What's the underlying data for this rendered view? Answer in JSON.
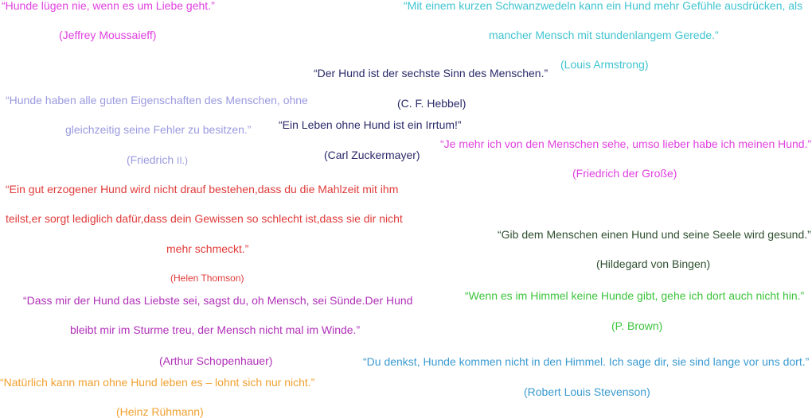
{
  "colors": {
    "pink": "#e040e0",
    "cyan": "#40c4d0",
    "navy": "#2a2a6a",
    "lavender": "#9a9ae0",
    "red": "#e03a3a",
    "dark_green": "#2f4f2f",
    "purple": "#b030b8",
    "light_green": "#3cc43c",
    "blue": "#3a9ad0",
    "orange": "#f0a030"
  },
  "quotes": {
    "q1": {
      "lines": [
        "“Hunde lügen nie, wenn es um Liebe geht.”"
      ],
      "author": "(Jeffrey Moussaieff)"
    },
    "q2": {
      "lines": [
        "“Mit einem kurzen Schwanzwedeln kann ein Hund mehr Gefühle ausdrücken, als",
        "mancher Mensch mit stundenlangem Gerede.”"
      ],
      "author": "(Louis Armstrong)"
    },
    "q3": {
      "lines": [
        "“Der Hund ist der sechste Sinn des Menschen.”"
      ],
      "author": "(C. F. Hebbel)"
    },
    "q4": {
      "lines": [
        "“Hunde haben alle guten Eigenschaften des Menschen, ohne",
        "gleichzeitig seine Fehler zu besitzen.”"
      ],
      "author_main": "(Friedrich ",
      "author_small": "II.)"
    },
    "q5": {
      "lines": [
        "“Ein Leben ohne Hund ist ein Irrtum!”"
      ],
      "author": "(Carl Zuckermayer)"
    },
    "q6": {
      "lines": [
        "“Je mehr ich von den Menschen sehe, umso lieber habe ich meinen Hund.”"
      ],
      "author": "(Friedrich der Große)"
    },
    "q7": {
      "lines": [
        "“Ein gut erzogener Hund wird nicht drauf bestehen,dass du die Mahlzeit mit ihm",
        "teilst,er sorgt lediglich dafür,dass dein Gewissen so schlecht ist,dass sie dir nicht",
        "mehr schmeckt.”"
      ],
      "author": "(Helen Thomson)"
    },
    "q8": {
      "lines": [
        "“Gib dem Menschen einen Hund und seine Seele wird gesund.”"
      ],
      "author": "(Hildegard von Bingen)"
    },
    "q9": {
      "lines": [
        "“Dass mir der Hund das Liebste sei, sagst du, oh Mensch, sei Sünde.Der Hund",
        "bleibt mir im Sturme treu, der Mensch nicht mal im Winde.”"
      ],
      "author": "(Arthur Schopenhauer)"
    },
    "q10": {
      "lines": [
        "“Wenn es im Himmel keine Hunde gibt, gehe ich dort auch nicht hin.”"
      ],
      "author": "(P. Brown)"
    },
    "q11": {
      "lines": [
        "“Du denkst, Hunde kommen nicht in den Himmel. Ich sage dir, sie sind lange vor uns dort.”"
      ],
      "author": "(Robert Louis Stevenson)"
    },
    "q12": {
      "lines": [
        "“Natürlich kann man ohne Hund leben es – lohnt sich nur nicht.”"
      ],
      "author": "(Heinz Rühmann)"
    }
  }
}
